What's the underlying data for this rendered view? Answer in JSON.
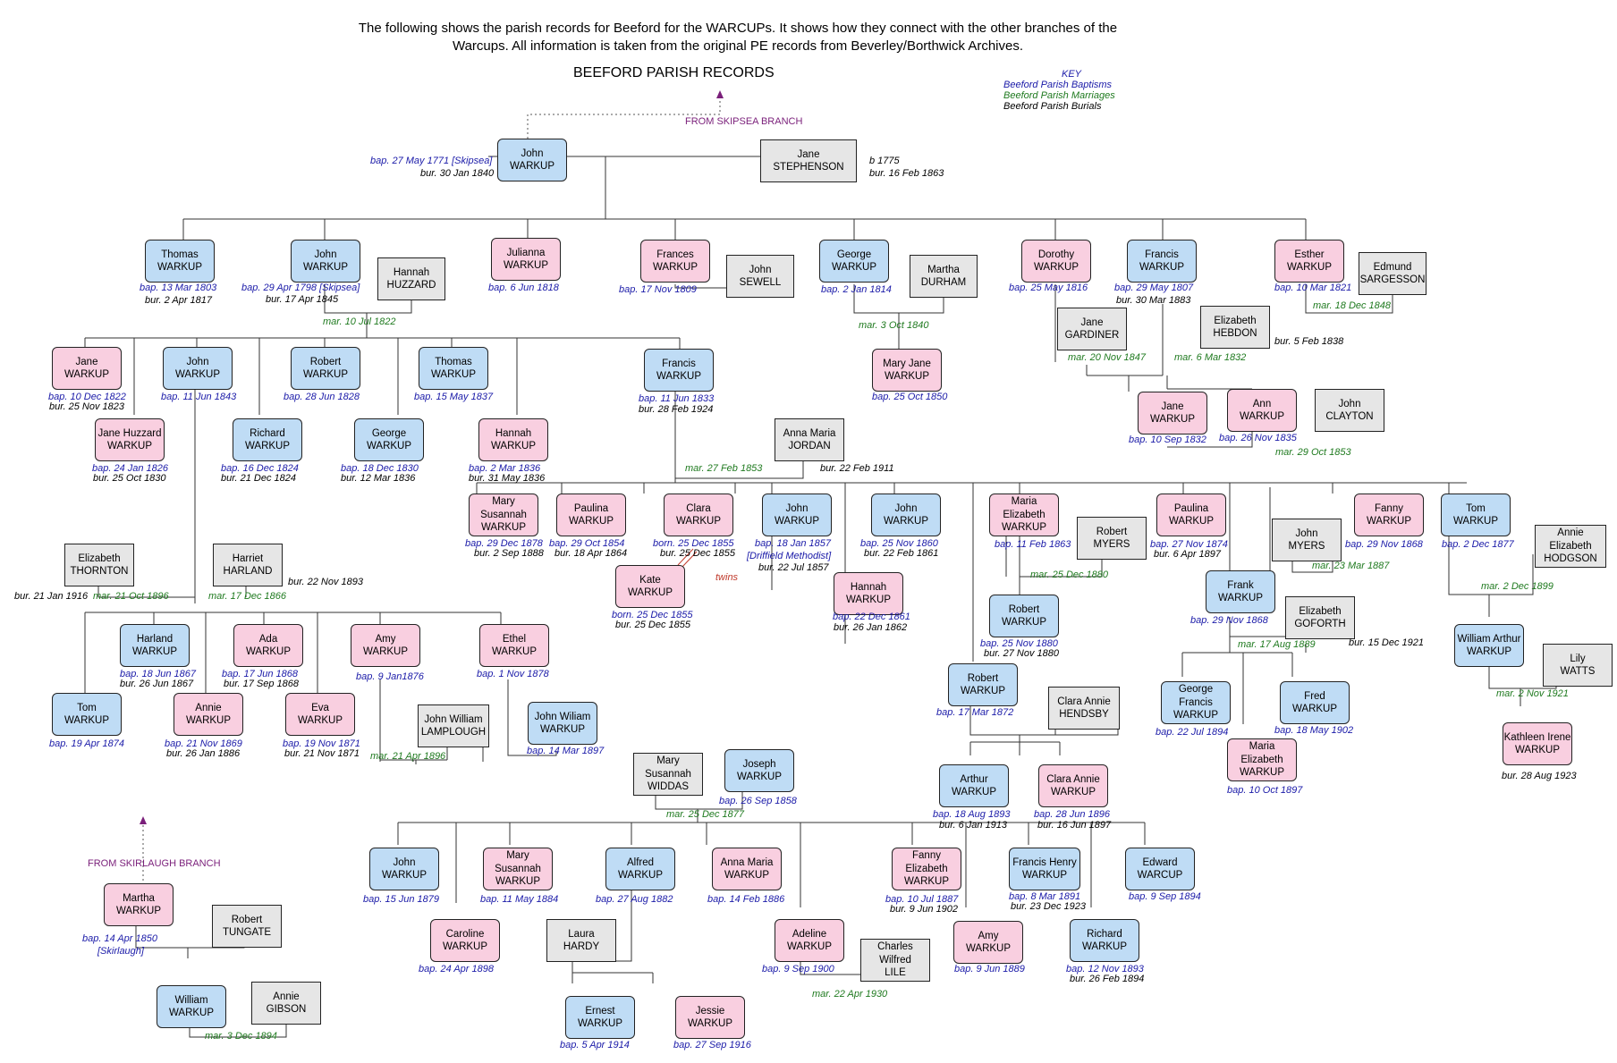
{
  "header": {
    "intro_line1": "The following shows the parish records for Beeford for the WARCUPs. It shows how they connect with the other branches of the",
    "intro_line2": "Warcups. All information is taken from the original PE records from Beverley/Borthwick Archives.",
    "title": "BEEFORD PARISH RECORDS"
  },
  "key": {
    "heading": "KEY",
    "baptisms": "Beeford Parish Baptisms",
    "marriages": "Beeford Parish Marriages",
    "burials": "Beeford Parish Burials"
  },
  "colors": {
    "male": "#bfdcf5",
    "female": "#f9cfe0",
    "spouse": "#e6e6e6",
    "baptism": "#1a1aa8",
    "marriage": "#1f7a1f",
    "burial": "#000000",
    "branch": "#7a1f7a",
    "twins": "#c0392b"
  },
  "branches": {
    "skipsea": "FROM SKIPSEA BRANCH",
    "skirlaugh": "FROM SKIRLAUGH BRANCH"
  },
  "people": {
    "john1771": {
      "l1": "John",
      "l2": "WARKUP"
    },
    "jane_stephenson": {
      "l1": "Jane",
      "l2": "STEPHENSON"
    },
    "thomas1803": {
      "l1": "Thomas",
      "l2": "WARKUP"
    },
    "john1798": {
      "l1": "John",
      "l2": "WARKUP"
    },
    "hannah_huzzard": {
      "l1": "Hannah",
      "l2": "HUZZARD"
    },
    "julianna": {
      "l1": "Julianna",
      "l2": "WARKUP"
    },
    "frances1809": {
      "l1": "Frances",
      "l2": "WARKUP"
    },
    "john_sewell": {
      "l1": "John",
      "l2": "SEWELL"
    },
    "george1814": {
      "l1": "George",
      "l2": "WARKUP"
    },
    "martha_durham": {
      "l1": "Martha",
      "l2": "DURHAM"
    },
    "dorothy": {
      "l1": "Dorothy",
      "l2": "WARKUP"
    },
    "francis1807": {
      "l1": "Francis",
      "l2": "WARKUP"
    },
    "esther": {
      "l1": "Esther",
      "l2": "WARKUP"
    },
    "edmund_sargesson": {
      "l1": "Edmund",
      "l2": "SARGESSON"
    },
    "jane1822": {
      "l1": "Jane",
      "l2": "WARKUP"
    },
    "john1843": {
      "l1": "John",
      "l2": "WARKUP"
    },
    "robert1828": {
      "l1": "Robert",
      "l2": "WARKUP"
    },
    "thomas1837": {
      "l1": "Thomas",
      "l2": "WARKUP"
    },
    "francis1833": {
      "l1": "Francis",
      "l2": "WARKUP"
    },
    "mary_jane": {
      "l1": "Mary Jane",
      "l2": "WARKUP"
    },
    "jane_gardiner": {
      "l1": "Jane",
      "l2": "GARDINER"
    },
    "elizabeth_hebdon": {
      "l1": "Elizabeth",
      "l2": "HEBDON"
    },
    "jane1832": {
      "l1": "Jane",
      "l2": "WARKUP"
    },
    "ann1835": {
      "l1": "Ann",
      "l2": "WARKUP"
    },
    "john_clayton": {
      "l1": "John",
      "l2": "CLAYTON"
    },
    "jane_huzzard": {
      "l1": "Jane Huzzard",
      "l2": "WARKUP"
    },
    "richard1824": {
      "l1": "Richard",
      "l2": "WARKUP"
    },
    "george1830": {
      "l1": "George",
      "l2": "WARKUP"
    },
    "hannah1836": {
      "l1": "Hannah",
      "l2": "WARKUP"
    },
    "anna_maria_jordan": {
      "l1": "Anna Maria",
      "l2": "JORDAN"
    },
    "mary_susannah1878": {
      "l1": "Mary",
      "l2": "Susannah",
      "l3": "WARKUP"
    },
    "paulina1854": {
      "l1": "Paulina",
      "l2": "WARKUP"
    },
    "clara1855": {
      "l1": "Clara",
      "l2": "WARKUP"
    },
    "john1857": {
      "l1": "John",
      "l2": "WARKUP"
    },
    "john1860": {
      "l1": "John",
      "l2": "WARKUP"
    },
    "maria_elizabeth1863": {
      "l1": "Maria",
      "l2": "Elizabeth",
      "l3": "WARKUP"
    },
    "robert_myers": {
      "l1": "Robert",
      "l2": "MYERS"
    },
    "paulina1874": {
      "l1": "Paulina",
      "l2": "WARKUP"
    },
    "john_myers": {
      "l1": "John",
      "l2": "MYERS"
    },
    "fanny1868": {
      "l1": "Fanny",
      "l2": "WARKUP"
    },
    "tom1877": {
      "l1": "Tom",
      "l2": "WARKUP"
    },
    "annie_hodgson": {
      "l1": "Annie",
      "l2": "Elizabeth",
      "l3": "HODGSON"
    },
    "elizabeth_thornton": {
      "l1": "Elizabeth",
      "l2": "THORNTON"
    },
    "harriet_harland": {
      "l1": "Harriet",
      "l2": "HARLAND"
    },
    "kate1855": {
      "l1": "Kate",
      "l2": "WARKUP"
    },
    "hannah1861": {
      "l1": "Hannah",
      "l2": "WARKUP"
    },
    "robert1880": {
      "l1": "Robert",
      "l2": "WARKUP"
    },
    "frank1868": {
      "l1": "Frank",
      "l2": "WARKUP"
    },
    "elizabeth_goforth": {
      "l1": "Elizabeth",
      "l2": "GOFORTH"
    },
    "william_arthur": {
      "l1": "William Arthur",
      "l2": "WARKUP"
    },
    "lily_watts": {
      "l1": "Lily",
      "l2": "WATTS"
    },
    "harland1867": {
      "l1": "Harland",
      "l2": "WARKUP"
    },
    "ada1868": {
      "l1": "Ada",
      "l2": "WARKUP"
    },
    "amy1876": {
      "l1": "Amy",
      "l2": "WARKUP"
    },
    "ethel1878": {
      "l1": "Ethel",
      "l2": "WARKUP"
    },
    "robert1872": {
      "l1": "Robert",
      "l2": "WARKUP"
    },
    "clara_hendsby": {
      "l1": "Clara Annie",
      "l2": "HENDSBY"
    },
    "george_francis": {
      "l1": "George Francis",
      "l2": "WARKUP"
    },
    "fred1902": {
      "l1": "Fred",
      "l2": "WARKUP"
    },
    "tom1874": {
      "l1": "Tom",
      "l2": "WARKUP"
    },
    "annie1869": {
      "l1": "Annie",
      "l2": "WARKUP"
    },
    "eva1871": {
      "l1": "Eva",
      "l2": "WARKUP"
    },
    "john_lamplough": {
      "l1": "John William",
      "l2": "LAMPLOUGH"
    },
    "john_william1897": {
      "l1": "John Wiliam",
      "l2": "WARKUP"
    },
    "maria_elizabeth1897": {
      "l1": "Maria",
      "l2": "Elizabeth",
      "l3": "WARKUP"
    },
    "kathleen": {
      "l1": "Kathleen Irene",
      "l2": "WARKUP"
    },
    "mary_widdas": {
      "l1": "Mary",
      "l2": "Susannah",
      "l3": "WIDDAS"
    },
    "joseph1858": {
      "l1": "Joseph",
      "l2": "WARKUP"
    },
    "arthur1893": {
      "l1": "Arthur",
      "l2": "WARKUP"
    },
    "clara_annie1896": {
      "l1": "Clara Annie",
      "l2": "WARKUP"
    },
    "john1879": {
      "l1": "John",
      "l2": "WARKUP"
    },
    "mary_susannah1884": {
      "l1": "Mary",
      "l2": "Susannah",
      "l3": "WARKUP"
    },
    "alfred1882": {
      "l1": "Alfred",
      "l2": "WARKUP"
    },
    "anna_maria1886": {
      "l1": "Anna Maria",
      "l2": "WARKUP"
    },
    "fanny_elizabeth1887": {
      "l1": "Fanny",
      "l2": "Elizabeth",
      "l3": "WARKUP"
    },
    "francis_henry1891": {
      "l1": "Francis Henry",
      "l2": "WARKUP"
    },
    "edward1894": {
      "l1": "Edward",
      "l2": "WARCUP"
    },
    "martha1850": {
      "l1": "Martha",
      "l2": "WARKUP"
    },
    "robert_tungate": {
      "l1": "Robert",
      "l2": "TUNGATE"
    },
    "caroline1898": {
      "l1": "Caroline",
      "l2": "WARKUP"
    },
    "laura_hardy": {
      "l1": "Laura",
      "l2": "HARDY"
    },
    "adeline1900": {
      "l1": "Adeline",
      "l2": "WARKUP"
    },
    "charles_lile": {
      "l1": "Charles",
      "l2": "Wilfred",
      "l3": "LILE"
    },
    "amy1889": {
      "l1": "Amy",
      "l2": "WARKUP"
    },
    "richard1893": {
      "l1": "Richard",
      "l2": "WARKUP"
    },
    "william1894": {
      "l1": "William",
      "l2": "WARKUP"
    },
    "annie_gibson": {
      "l1": "Annie",
      "l2": "GIBSON"
    },
    "ernest1914": {
      "l1": "Ernest",
      "l2": "WARKUP"
    },
    "jessie1916": {
      "l1": "Jessie",
      "l2": "WARKUP"
    }
  },
  "annotations": {
    "a_john1771_bap": "bap. 27 May 1771 [Skipsea]",
    "a_john1771_bur": "bur. 30 Jan 1840",
    "a_jane_b": "b 1775",
    "a_jane_bur": "bur. 16 Feb 1863",
    "a_thomas1803_bap": "bap. 13 Mar 1803",
    "a_thomas1803_bur": "bur. 2 Apr 1817",
    "a_john1798_bap": "bap. 29 Apr 1798 [Skipsea]",
    "a_john1798_bur": "bur. 17 Apr 1845",
    "a_julianna_bap": "bap. 6 Jun 1818",
    "a_frances_bap": "bap. 17 Nov 1809",
    "a_george1814_bap": "bap. 2 Jan 1814",
    "a_dorothy_bap": "bap. 25 May 1816",
    "a_francis1807_bap": "bap. 29 May 1807",
    "a_francis1807_bur": "bur. 30 Mar 1883",
    "a_esther_bap": "bap. 10 Mar 1821",
    "a_esther_mar": "mar. 18 Dec 1848",
    "a_john1798_mar": "mar. 10 Jul 1822",
    "a_george_mar": "mar. 3 Oct 1840",
    "a_hebdon_bur": "bur. 5 Feb 1838",
    "a_gardiner_mar": "mar. 20 Nov 1847",
    "a_hebdon_mar": "mar. 6 Mar 1832",
    "a_jane1822_bap": "bap. 10 Dec 1822",
    "a_jane1822_bur": "bur. 25 Nov 1823",
    "a_john1843_bap": "bap. 11 Jun 1843",
    "a_robert1828_bap": "bap. 28 Jun 1828",
    "a_thomas1837_bap": "bap. 15 May 1837",
    "a_francis1833_bap": "bap. 11 Jun 1833",
    "a_francis1833_bur": "bur. 28 Feb 1924",
    "a_mary_jane_bap": "bap. 25 Oct 1850",
    "a_jane1832_bap": "bap. 10 Sep 1832",
    "a_ann1835_bap": "bap. 26 Nov 1835",
    "a_clayton_mar": "mar. 29 Oct 1853",
    "a_jane_huzzard_bap": "bap. 24 Jan 1826",
    "a_jane_huzzard_bur": "bur. 25 Oct 1830",
    "a_richard1824_bap": "bap. 16 Dec 1824",
    "a_richard1824_bur": "bur. 21 Dec 1824",
    "a_george1830_bap": "bap. 18 Dec 1830",
    "a_george1830_bur": "bur. 12 Mar 1836",
    "a_hannah1836_bap": "bap. 2 Mar 1836",
    "a_hannah1836_bur": "bur. 31 May 1836",
    "a_francis_mar": "mar. 27 Feb 1853",
    "a_jordan_bur": "bur. 22 Feb 1911",
    "a_ms1878_bap": "bap. 29 Dec 1878",
    "a_ms1878_bur": "bur. 2 Sep 1888",
    "a_paulina1854_bap": "bap. 29 Oct 1854",
    "a_paulina1854_bur": "bur. 18 Apr 1864",
    "a_clara_born": "born. 25 Dec 1855",
    "a_clara_bur": "bur. 25 Dec 1855",
    "a_john1857_bap": "bap. 18 Jan 1857",
    "a_john1857_note": "[Driffield Methodist]",
    "a_john1857_bur": "bur. 22 Jul 1857",
    "a_john1860_bap": "bap. 25 Nov 1860",
    "a_john1860_bur": "bur. 22 Feb 1861",
    "a_me1863_bap": "bap. 11 Feb 1863",
    "a_paulina1874_bap": "bap. 27 Nov 1874",
    "a_paulina1874_bur": "bur. 6 Apr 1897",
    "a_fanny1868_bap": "bap. 29 Nov 1868",
    "a_tom1877_bap": "bap. 2 Dec 1877",
    "a_twins": "twins",
    "a_kate_born": "born. 25 Dec 1855",
    "a_kate_bur": "bur. 25 Dec 1855",
    "a_myers_mar": "mar. 25 Dec 1880",
    "a_jmyers_mar": "mar. 23 Mar 1887",
    "a_hannah1861_bap": "bap. 22 Dec 1861",
    "a_hannah1861_bur": "bur. 26 Jan 1862",
    "a_thornton_bur": "bur. 21 Jan 1916",
    "a_thornton_mar": "mar. 21 Oct 1896",
    "a_harland_mar": "mar. 17 Dec 1866",
    "a_harland_bur": "bur. 22 Nov 1893",
    "a_robert1880_bap": "bap. 25 Nov 1880",
    "a_robert1880_bur": "bur. 27 Nov 1880",
    "a_frank_bap": "bap. 29 Nov 1868",
    "a_goforth_mar": "mar. 17 Aug 1889",
    "a_goforth_bur": "bur. 15 Dec 1921",
    "a_tom1877_mar": "mar. 2 Dec 1899",
    "a_harland1867_bap": "bap. 18 Jun 1867",
    "a_harland1867_bur": "bur. 26 Jun 1867",
    "a_ada_bap": "bap. 17 Jun 1868",
    "a_ada_bur": "bur. 17 Sep 1868",
    "a_amy1876_bap": "bap. 9 Jan1876",
    "a_ethel_bap": "bap. 1 Nov 1878",
    "a_robert1872_bap": "bap. 17 Mar 1872",
    "a_gf_bap": "bap. 22 Jul 1894",
    "a_fred_bap": "bap. 18 May 1902",
    "a_watts_mar": "mar. 2 Nov 1921",
    "a_tom1874_bap": "bap. 19 Apr 1874",
    "a_annie1869_bap": "bap. 21 Nov 1869",
    "a_annie1869_bur": "bur. 26 Jan 1886",
    "a_eva_bap": "bap. 19 Nov 1871",
    "a_eva_bur": "bur. 21 Nov 1871",
    "a_lamplough_mar": "mar. 21 Apr 1896",
    "a_jw1897_bap": "bap. 14 Mar 1897",
    "a_me1897_bap": "bap. 10 Oct 1897",
    "a_kathleen_bur": "bur. 28 Aug 1923",
    "a_joseph_bap": "bap. 26 Sep 1858",
    "a_widdas_mar": "mar. 25 Dec 1877",
    "a_arthur_bap": "bap. 18 Aug 1893",
    "a_arthur_bur": "bur. 6 Jan 1913",
    "a_clara1896_bap": "bap. 28 Jun 1896",
    "a_clara1896_bur": "bur. 16 Jun 1897",
    "a_john1879_bap": "bap. 15 Jun 1879",
    "a_ms1884_bap": "bap. 11 May 1884",
    "a_alfred_bap": "bap. 27 Aug 1882",
    "a_am1886_bap": "bap. 14 Feb 1886",
    "a_fe1887_bap": "bap. 10 Jul 1887",
    "a_fe1887_bur": "bur. 9 Jun 1902",
    "a_fh1891_bap": "bap. 8 Mar 1891",
    "a_fh1891_bur": "bur. 23 Dec 1923",
    "a_edward_bap": "bap. 9 Sep 1894",
    "a_martha_bap": "bap. 14 Apr 1850",
    "a_martha_note": "[Skirlaugh]",
    "a_caroline_bap": "bap. 24 Apr 1898",
    "a_adeline_bap": "bap. 9 Sep 1900",
    "a_lile_mar": "mar. 22 Apr 1930",
    "a_amy1889_bap": "bap. 9 Jun 1889",
    "a_richard1893_bap": "bap. 12 Nov 1893",
    "a_richard1893_bur": "bur. 26 Feb 1894",
    "a_gibson_mar": "mar. 3 Dec 1894",
    "a_ernest_bap": "bap. 5 Apr 1914",
    "a_jessie_bap": "bap. 27 Sep 1916"
  }
}
